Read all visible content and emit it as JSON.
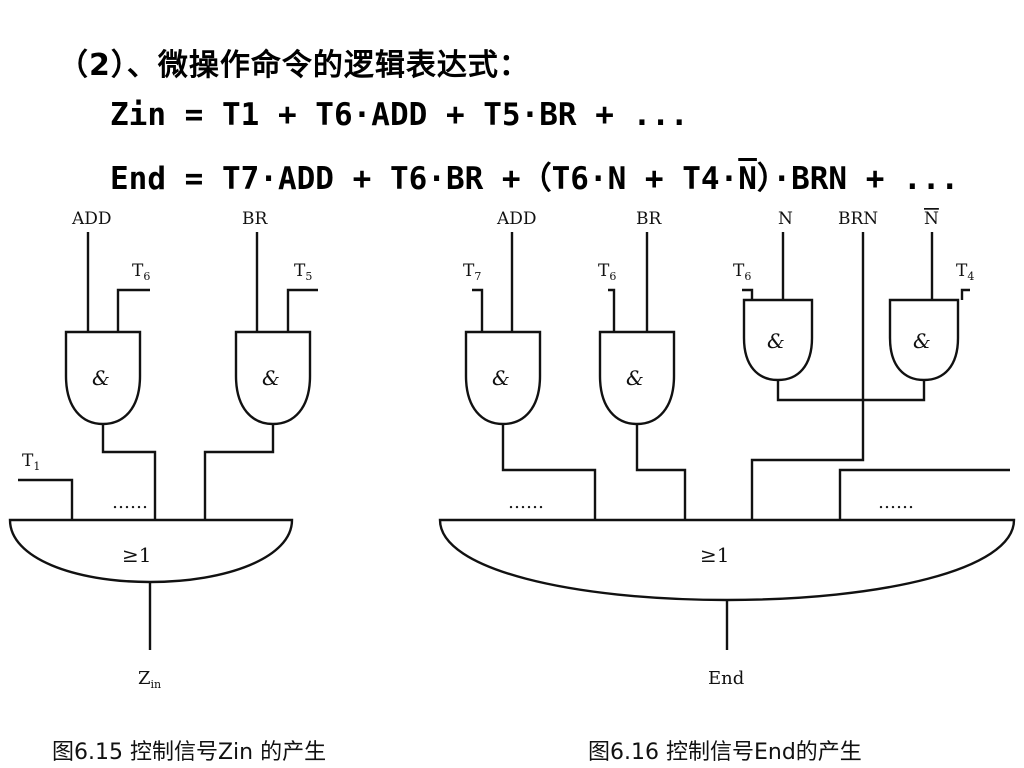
{
  "heading": "（2）、微操作命令的逻辑表达式：",
  "eq_zin": "Zin = T1 + T6·ADD + T5·BR + ...",
  "eq_end_a": "End = T7·ADD + T6·BR +（T6·N + T4·",
  "eq_end_n": "N",
  "eq_end_b": "）·BRN + ...",
  "fig1": {
    "inputs": [
      "ADD",
      "BR"
    ],
    "t_labels": [
      "T",
      "T",
      "T"
    ],
    "t_subs": [
      "6",
      "5",
      "1"
    ],
    "and_symbol": "&",
    "or_symbol": "≥1",
    "dots": "……",
    "output": "Z",
    "output_sub": "in",
    "caption": "图6.15   控制信号Zin 的产生"
  },
  "fig2": {
    "inputs": [
      "ADD",
      "BR",
      "N",
      "BRN",
      "N"
    ],
    "t_labels": [
      "T",
      "T",
      "T",
      "T"
    ],
    "t_subs": [
      "7",
      "6",
      "6",
      "4"
    ],
    "and_symbol": "&",
    "or_symbol": "≥1",
    "dots": "……",
    "output": "End",
    "caption": "图6.16   控制信号End的产生"
  }
}
